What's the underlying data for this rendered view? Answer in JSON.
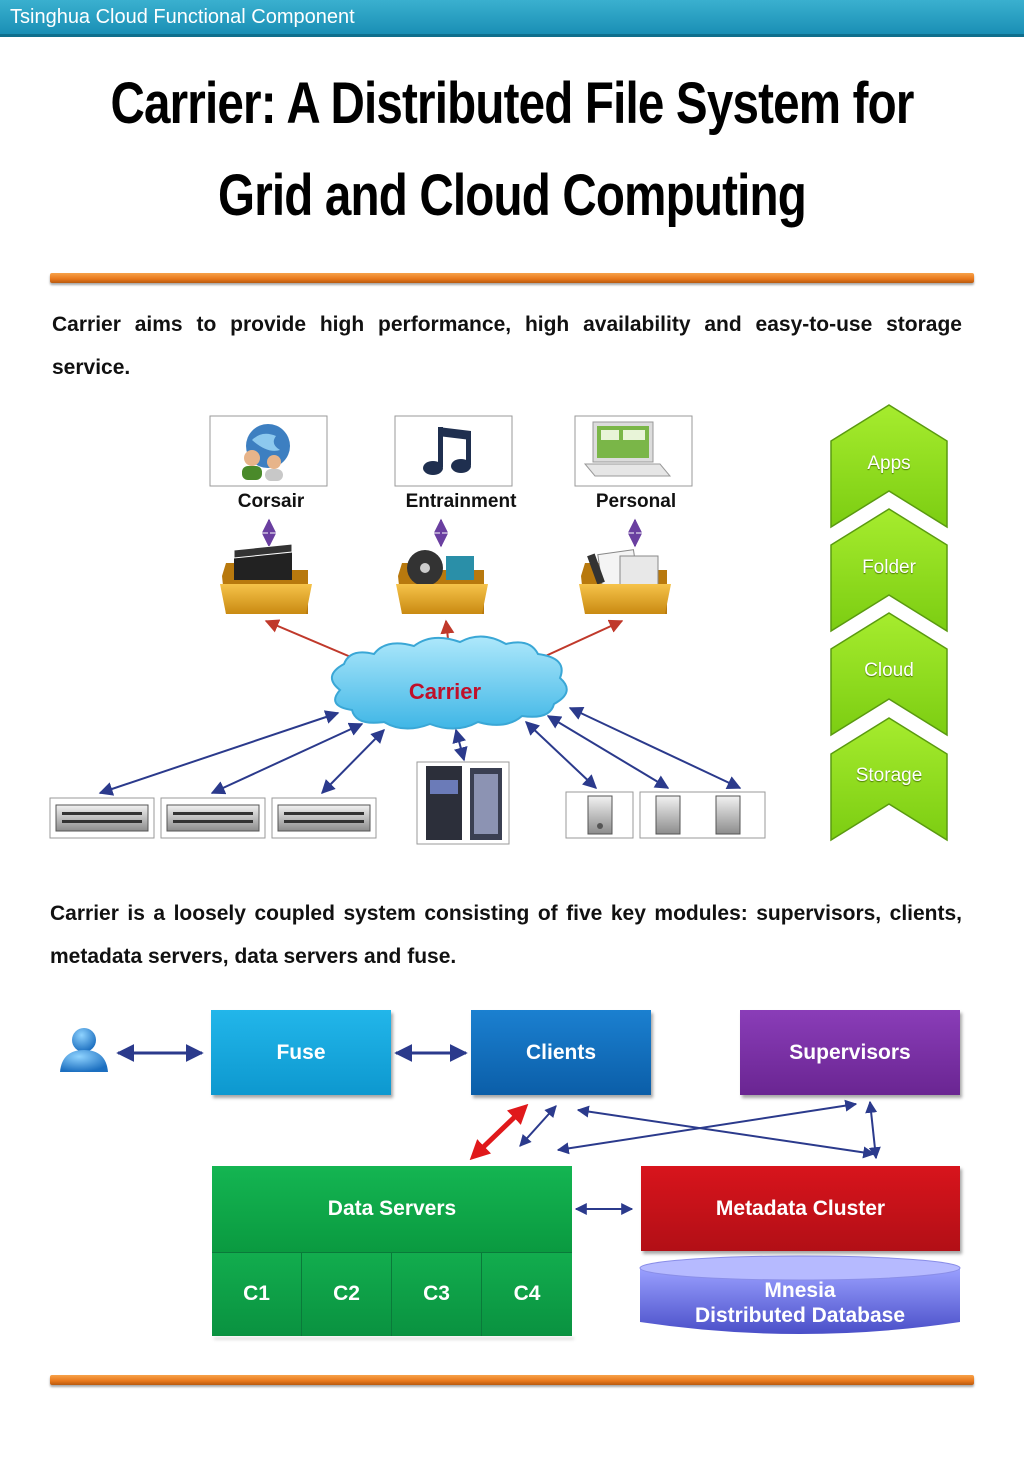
{
  "header": {
    "text": "Tsinghua Cloud Functional Component"
  },
  "title": {
    "line1": "Carrier: A Distributed File System for",
    "line2": "Grid and Cloud Computing"
  },
  "intro": {
    "text": "Carrier aims to provide high performance, high availability and easy-to-use storage service."
  },
  "architecture": {
    "categories": [
      {
        "label": "Corsair",
        "icon": "globe-users-icon"
      },
      {
        "label": "Entrainment",
        "icon": "music-note-icon"
      },
      {
        "label": "Personal",
        "icon": "laptop-icon"
      }
    ],
    "folders": [
      "clapperboard-folder-icon",
      "cd-folder-icon",
      "document-folder-icon"
    ],
    "cloud_label": "Carrier",
    "layers": [
      "Apps",
      "Folder",
      "Cloud",
      "Storage"
    ],
    "colors": {
      "layer_green": "#8ddc1e",
      "cloud_blue": "#6fd0f2",
      "cloud_text": "#c0102a",
      "arrow_red": "#c0392b",
      "arrow_blue": "#2b3a8c"
    }
  },
  "modules": {
    "text": "Carrier is a loosely coupled system consisting of five key modules: supervisors, clients, metadata servers, data servers and fuse.",
    "fuse": "Fuse",
    "clients": "Clients",
    "supervisors": "Supervisors",
    "data_servers": "Data Servers",
    "chunks": [
      "C1",
      "C2",
      "C3",
      "C4"
    ],
    "metadata_cluster": "Metadata Cluster",
    "database_line1": "Mnesia",
    "database_line2": "Distributed Database",
    "colors": {
      "fuse": "#12a9e0",
      "clients": "#0f6fc0",
      "supervisors": "#7a2fa6",
      "data_servers": "#0fa84a",
      "metadata": "#c8121a",
      "database": "#5a5fd6"
    }
  }
}
